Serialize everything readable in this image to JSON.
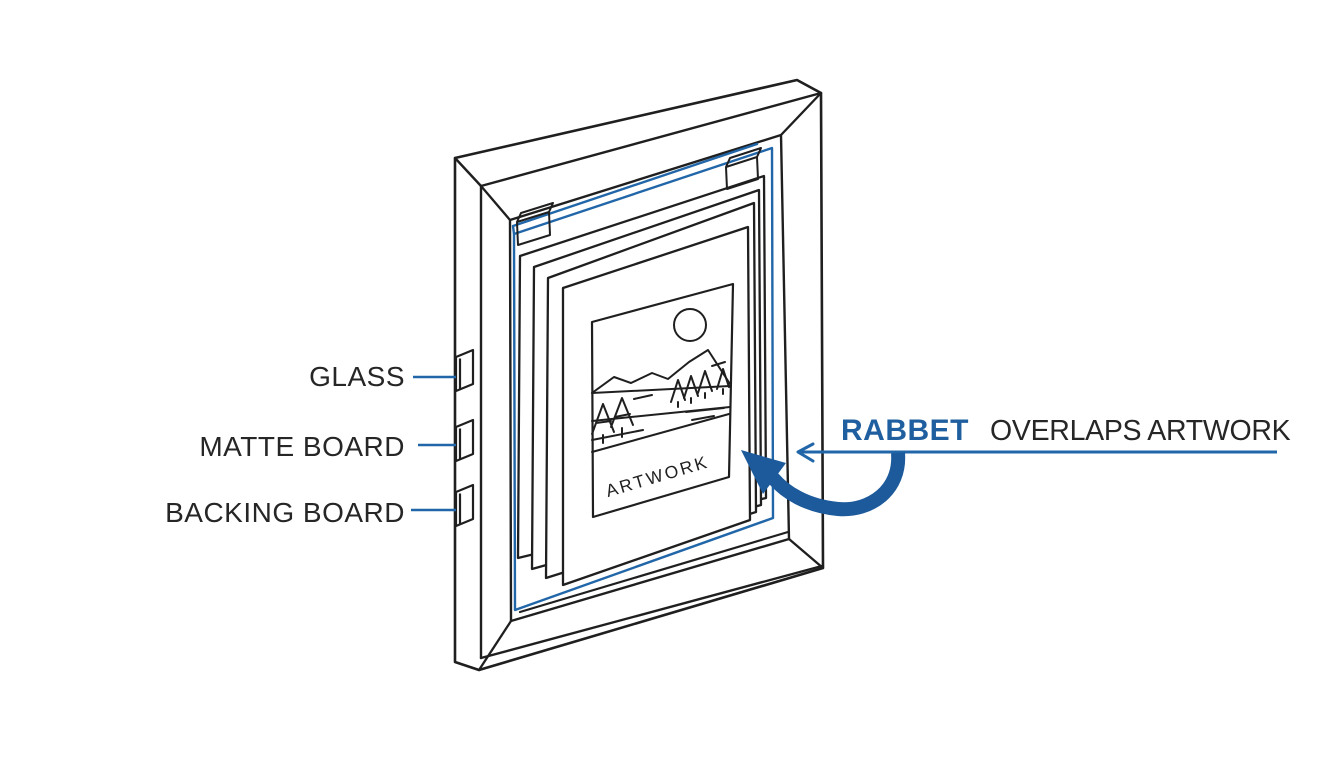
{
  "diagram": {
    "callouts": {
      "glass": "GLASS",
      "matte_board": "MATTE BOARD",
      "backing_board": "BACKING BOARD"
    },
    "artwork": {
      "label": "ARTWORK"
    },
    "rabbet": {
      "term": "RABBET",
      "note": "OVERLAPS ARTWORK"
    },
    "colors": {
      "background": "#ffffff",
      "ink": "#1f1f1f",
      "text": "#262626",
      "accent_blue": "#2166a8",
      "arrow_blue": "#1d5a9b",
      "rabbet_blue": "#1f5f9f"
    }
  }
}
